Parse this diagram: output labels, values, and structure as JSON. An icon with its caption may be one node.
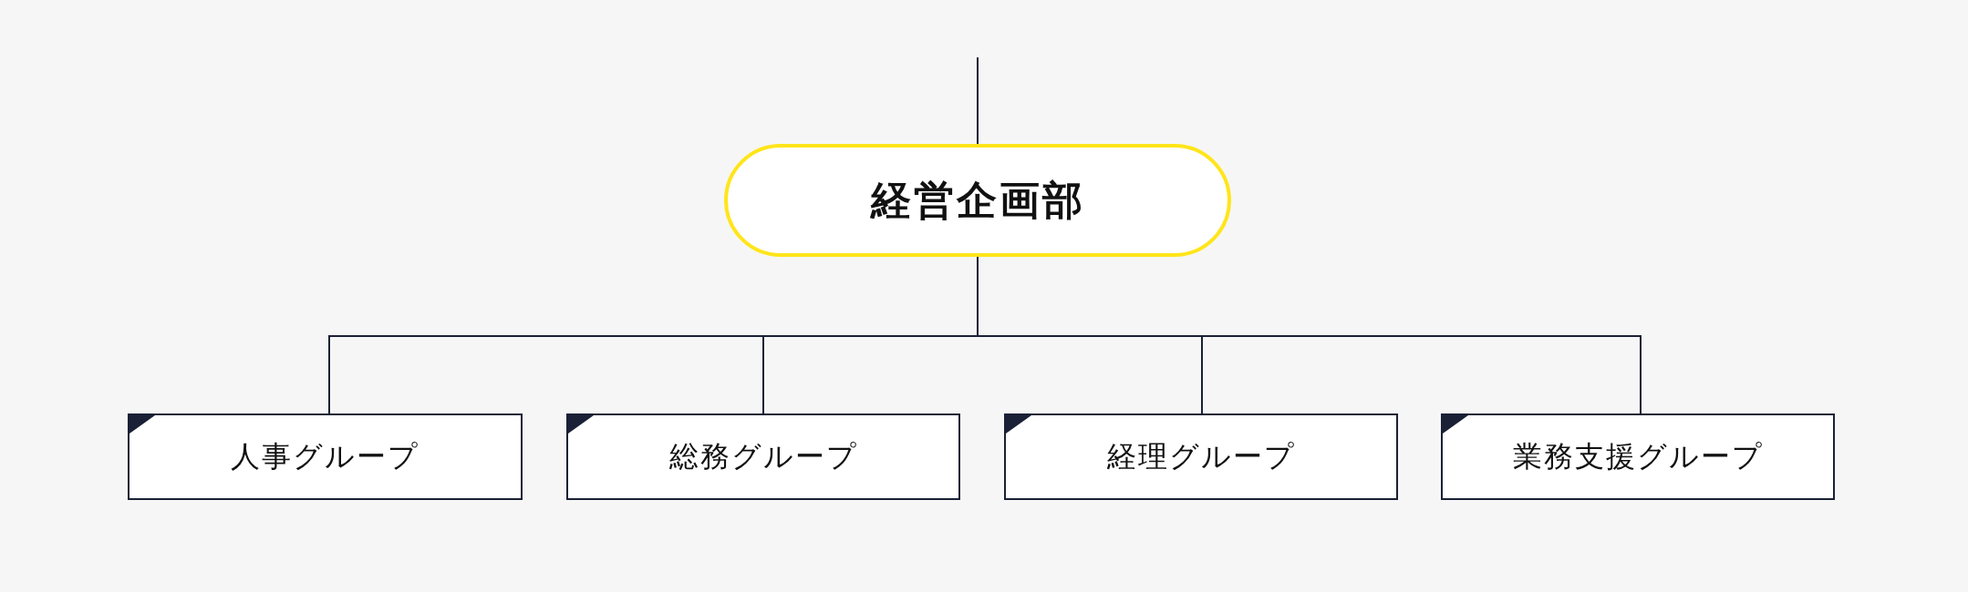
{
  "diagram": {
    "nodes": [
      {
        "text": [
          "経営企画部"
        ]
      },
      {
        "text": [
          "人事グループ"
        ]
      },
      {
        "text": [
          "総務グループ"
        ]
      },
      {
        "text": [
          "経理グループ"
        ]
      },
      {
        "text": [
          "業務支援グループ"
        ]
      }
    ],
    "edges": [
      {
        "from": null,
        "to": 0,
        "arrow": "none"
      },
      {
        "from": 0,
        "to": 1,
        "arrow": "none"
      },
      {
        "from": 0,
        "to": 2,
        "arrow": "none"
      },
      {
        "from": 0,
        "to": 3,
        "arrow": "none"
      },
      {
        "from": 0,
        "to": 4,
        "arrow": "none"
      }
    ]
  }
}
